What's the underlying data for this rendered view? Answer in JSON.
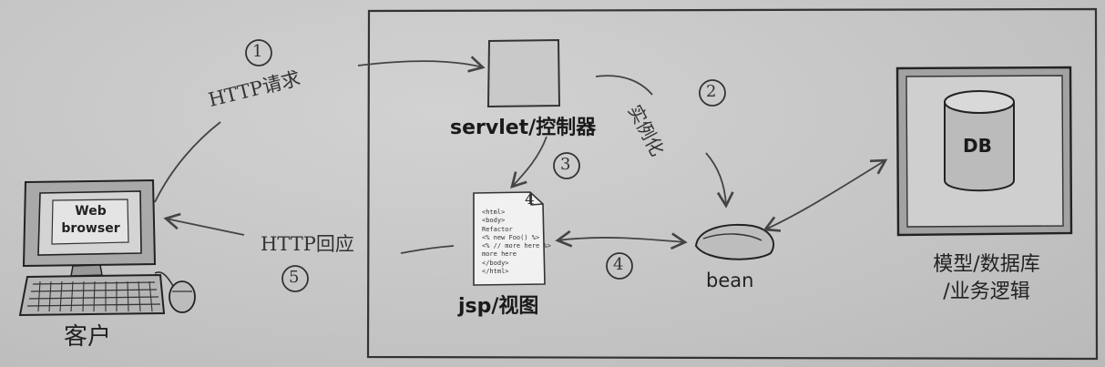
{
  "client": {
    "screen_text_line1": "Web",
    "screen_text_line2": "browser",
    "label": "客户"
  },
  "steps": {
    "step1": "1",
    "step2": "2",
    "step3": "3",
    "step4": "4",
    "step5": "5"
  },
  "arrows": {
    "request_label": "HTTP请求",
    "response_label": "HTTP回应",
    "instantiate_label": "实例化"
  },
  "server": {
    "servlet_label": "servlet/控制器",
    "jsp_label": "jsp/视图",
    "bean_label": "bean",
    "db_text": "DB",
    "model_label_line1": "模型/数据库",
    "model_label_line2": "/业务逻辑"
  },
  "jsp_page": {
    "corner_number": "4",
    "code_lines": [
      "<html>",
      "<body>",
      "Refactor",
      "<% new Foo() %>",
      "<% // more here %>",
      "more here",
      "</body>",
      "</html>"
    ]
  },
  "colors": {
    "background": "#c7c7c7",
    "ink": "#333333",
    "box_fill": "#bdbdbd"
  }
}
